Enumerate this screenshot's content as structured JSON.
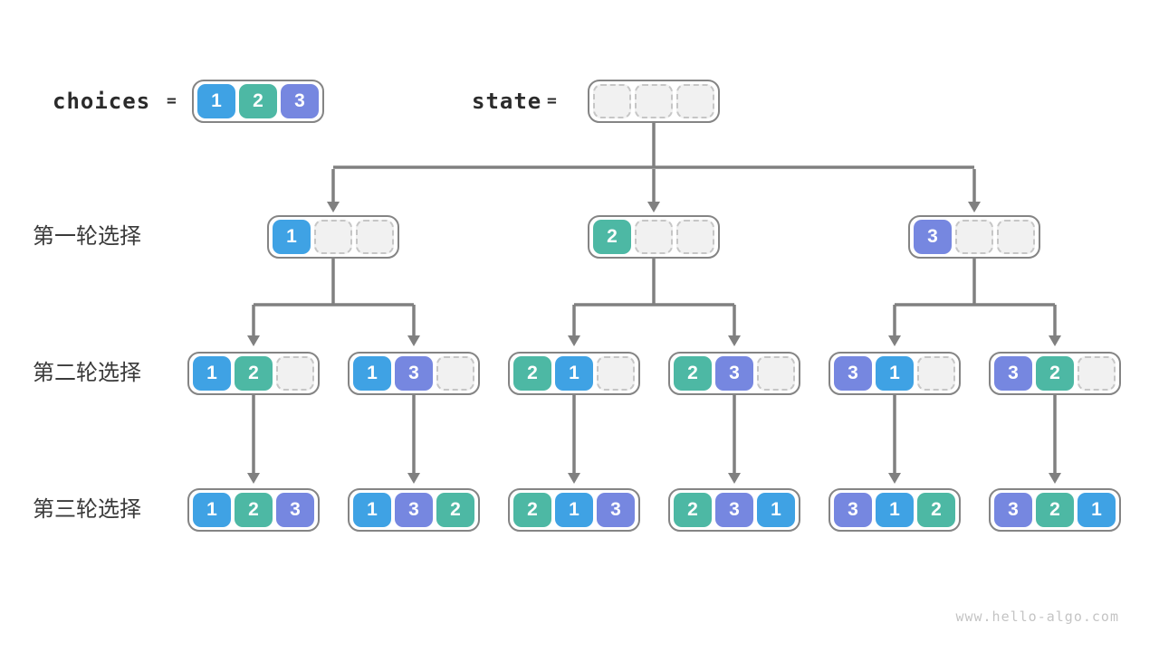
{
  "legend": {
    "choices_label": "choices",
    "choices_equals": "=",
    "choices_values": [
      "1",
      "2",
      "3"
    ],
    "state_label": "state",
    "state_equals": "=",
    "state_values": [
      "",
      "",
      ""
    ]
  },
  "rows": [
    {
      "label": "第一轮选择",
      "nodes": [
        [
          "1",
          "",
          ""
        ],
        [
          "2",
          "",
          ""
        ],
        [
          "3",
          "",
          ""
        ]
      ]
    },
    {
      "label": "第二轮选择",
      "nodes": [
        [
          "1",
          "2",
          ""
        ],
        [
          "1",
          "3",
          ""
        ],
        [
          "2",
          "1",
          ""
        ],
        [
          "2",
          "3",
          ""
        ],
        [
          "3",
          "1",
          ""
        ],
        [
          "3",
          "2",
          ""
        ]
      ]
    },
    {
      "label": "第三轮选择",
      "nodes": [
        [
          "1",
          "2",
          "3"
        ],
        [
          "1",
          "3",
          "2"
        ],
        [
          "2",
          "1",
          "3"
        ],
        [
          "2",
          "3",
          "1"
        ],
        [
          "3",
          "1",
          "2"
        ],
        [
          "3",
          "2",
          "1"
        ]
      ]
    }
  ],
  "colors": {
    "value_1": "#3FA2E4",
    "value_2": "#4DB8A4",
    "value_3": "#7687E0",
    "arrow": "#808080",
    "node_border": "#848484",
    "empty_fill": "#F1F1F1",
    "empty_border": "#C6C6C6"
  },
  "watermark": "www.hello-algo.com"
}
